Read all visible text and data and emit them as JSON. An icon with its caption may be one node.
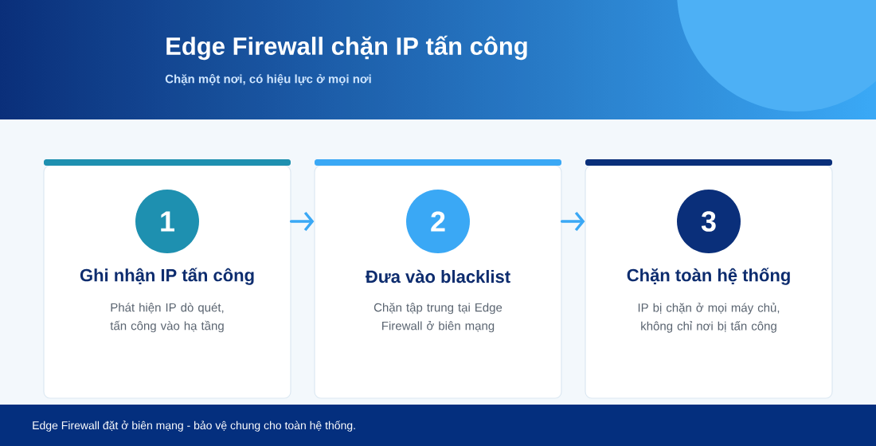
{
  "diagram": {
    "title": "Edge Firewall chặn IP tấn công",
    "nodes": [
      {
        "text": [
          "Ghi nhận IP tấn công",
          "Phát hiện IP dò quét, tấn công vào hạ tầng"
        ]
      },
      {
        "text": [
          "1"
        ],
        "in": 0
      },
      {
        "text": [
          "Đưa vào blacklist",
          "Chặn tập trung tại Edge Firewall ở biên mạng"
        ]
      },
      {
        "text": [
          "2"
        ],
        "in": 2
      },
      {
        "text": [
          "Chặn toàn hệ thống",
          "IP bị chặn ở mọi máy chủ, không chỉ nơi bị tấn công"
        ]
      },
      {
        "text": [
          "3"
        ],
        "in": 4
      }
    ],
    "edges": [
      {
        "from": 0,
        "to": 2,
        "arrow": "to"
      },
      {
        "from": 2,
        "to": 4,
        "arrow": "to"
      }
    ],
    "labels": [
      "Chặn một nơi, có hiệu lực ở mọi nơi",
      "Edge Firewall đặt ở biên mạng - bảo vệ chung cho toàn hệ thống."
    ]
  }
}
